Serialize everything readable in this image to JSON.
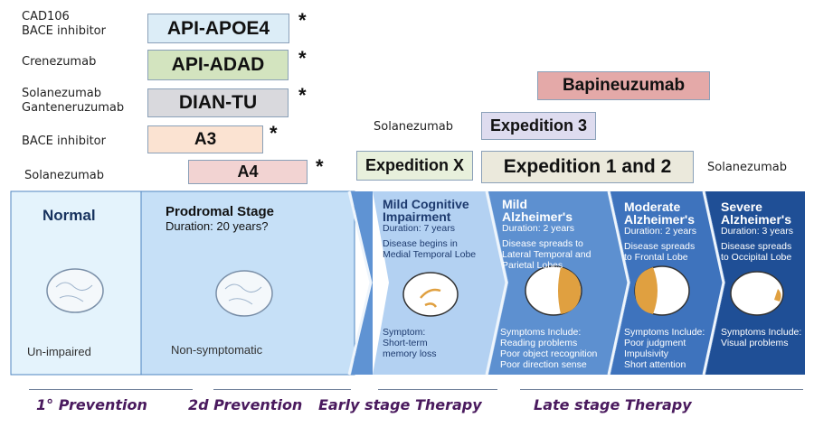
{
  "prevention_trials": [
    {
      "drugs": [
        "CAD106",
        "BACE inhibitor"
      ],
      "name": "API-APOE4",
      "color": "#dcedf7",
      "marker": "*"
    },
    {
      "drugs": [
        "Crenezumab"
      ],
      "name": "API-ADAD",
      "color": "#d3e4bf",
      "marker": "*"
    },
    {
      "drugs": [
        "Solanezumab",
        "Ganteneruzumab"
      ],
      "name": "DIAN-TU",
      "color": "#d9d9dd",
      "marker": "*"
    },
    {
      "drugs": [
        "BACE inhibitor"
      ],
      "name": "A3",
      "color": "#fbe3d2",
      "marker": "*"
    },
    {
      "drugs": [
        "Solanezumab"
      ],
      "name": "A4",
      "color": "#f2d3d2",
      "marker": "*"
    }
  ],
  "therapy_trials": {
    "bapineuzumab": {
      "name": "Bapineuzumab",
      "color": "#e4a9a8"
    },
    "expedition3": {
      "name": "Expedition 3",
      "drug": "Solanezumab",
      "color": "#dedcef"
    },
    "expeditionx": {
      "name": "Expedition X",
      "color": "#e8f0dc"
    },
    "expedition12": {
      "name": "Expedition 1 and 2",
      "drug": "Solanezumab",
      "color": "#ebe9dc"
    }
  },
  "stages": {
    "normal": {
      "title": "Normal",
      "note": "Un-impaired"
    },
    "prodromal": {
      "title": "Prodromal Stage",
      "duration": "Duration: 20 years?",
      "note": "Non-symptomatic"
    },
    "mci": {
      "title1": "Mild Cognitive",
      "title2": "Impairment",
      "duration": "Duration: 7 years",
      "desc1": "Disease begins in",
      "desc2": "Medial Temporal Lobe",
      "sym": [
        "Symptom:",
        "Short-term",
        "memory loss"
      ]
    },
    "mild": {
      "title1": "Mild",
      "title2": "Alzheimer's",
      "duration": "Duration: 2 years",
      "desc1": "Disease spreads to",
      "desc2": "Lateral Temporal and",
      "desc3": "Parietal Lobes",
      "sym": [
        "Symptoms Include:",
        "Reading problems",
        "Poor object recognition",
        "Poor direction sense"
      ]
    },
    "moderate": {
      "title1": "Moderate",
      "title2": "Alzheimer's",
      "duration": "Duration: 2 years",
      "desc1": "Disease spreads",
      "desc2": "to Frontal Lobe",
      "sym": [
        "Symptoms Include:",
        "Poor judgment",
        "Impulsivity",
        "Short attention"
      ]
    },
    "severe": {
      "title1": "Severe",
      "title2": "Alzheimer's",
      "duration": "Duration: 3 years",
      "desc1": "Disease spreads",
      "desc2": "to Occipital Lobe",
      "sym": [
        "Symptoms Include:",
        "Visual problems"
      ]
    }
  },
  "phases": [
    "1° Prevention",
    "2d Prevention",
    "Early stage Therapy",
    "Late stage Therapy"
  ],
  "colors": {
    "phase_text": "#4a1a5e",
    "affected_region": "#e0a040"
  }
}
